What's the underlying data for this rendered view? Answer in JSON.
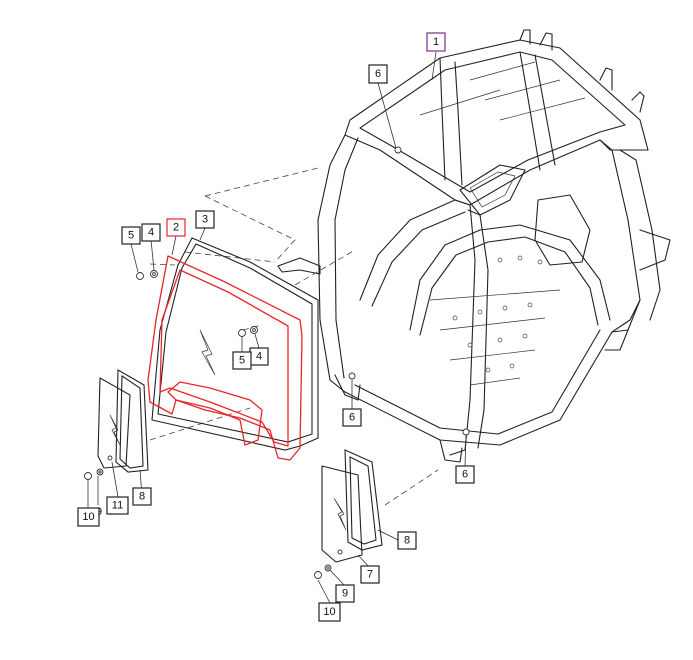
{
  "colors": {
    "highlight_primary": "#7a2a8a",
    "highlight_secondary": "#e8262a",
    "default_box": "#222222"
  },
  "callouts": [
    {
      "id": "c1",
      "label": "1",
      "color": "#7a2a8a"
    },
    {
      "id": "c2",
      "label": "2",
      "color": "#e8262a"
    },
    {
      "id": "c3",
      "label": "3",
      "color": "#222222"
    },
    {
      "id": "c4a",
      "label": "4",
      "color": "#222222"
    },
    {
      "id": "c4b",
      "label": "4",
      "color": "#222222"
    },
    {
      "id": "c5a",
      "label": "5",
      "color": "#222222"
    },
    {
      "id": "c5b",
      "label": "5",
      "color": "#222222"
    },
    {
      "id": "c6a",
      "label": "6",
      "color": "#222222"
    },
    {
      "id": "c6b",
      "label": "6",
      "color": "#222222"
    },
    {
      "id": "c6c",
      "label": "6",
      "color": "#222222"
    },
    {
      "id": "c7",
      "label": "7",
      "color": "#222222"
    },
    {
      "id": "c8a",
      "label": "8",
      "color": "#222222"
    },
    {
      "id": "c8b",
      "label": "8",
      "color": "#222222"
    },
    {
      "id": "c9a",
      "label": "9",
      "color": "#222222"
    },
    {
      "id": "c9b",
      "label": "9",
      "color": "#222222"
    },
    {
      "id": "c10a",
      "label": "10",
      "color": "#222222"
    },
    {
      "id": "c10b",
      "label": "10",
      "color": "#222222"
    },
    {
      "id": "c11",
      "label": "11",
      "color": "#222222"
    }
  ]
}
